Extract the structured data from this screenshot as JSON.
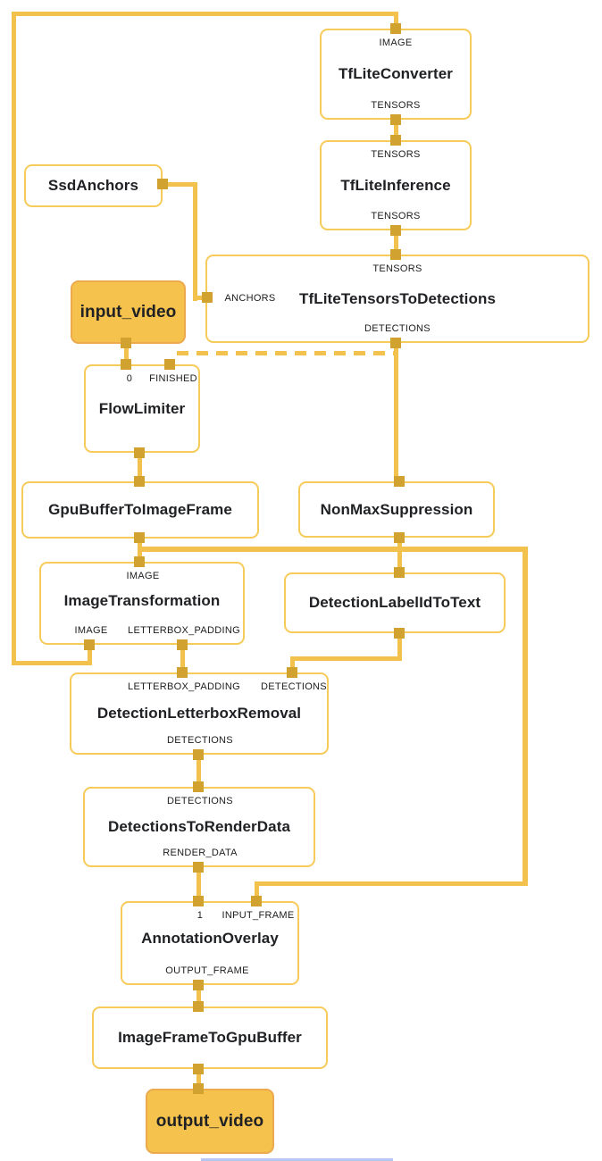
{
  "colors": {
    "edge": "#F2C14E",
    "node_border": "#F7CB5A",
    "port_square": "#D2A230",
    "io_node_fill": "#F5C34D",
    "io_node_border": "#ECA94E",
    "text": "#202124",
    "bottom_partial_blue": "#B7C6F2"
  },
  "nodes": {
    "tfliteconverter": {
      "title": "TfLiteConverter",
      "input": "IMAGE",
      "output": "TENSORS"
    },
    "tfliteinference": {
      "title": "TfLiteInference",
      "input": "TENSORS",
      "output": "TENSORS"
    },
    "tflitetensorstodetections": {
      "title": "TfLiteTensorsToDetections",
      "input_top": "TENSORS",
      "input_side": "ANCHORS",
      "output": "DETECTIONS"
    },
    "ssdanchors": {
      "title": "SsdAnchors"
    },
    "input_video": {
      "title": "input_video"
    },
    "flowlimiter": {
      "title": "FlowLimiter",
      "input_0": "0",
      "input_finished": "FINISHED"
    },
    "gpubuffertoimageframe": {
      "title": "GpuBufferToImageFrame"
    },
    "nonmaxsuppression": {
      "title": "NonMaxSuppression"
    },
    "imagetransformation": {
      "title": "ImageTransformation",
      "input": "IMAGE",
      "output_image": "IMAGE",
      "output_padding": "LETTERBOX_PADDING"
    },
    "detectionlabelidtotext": {
      "title": "DetectionLabelIdToText"
    },
    "detectionletterboxremoval": {
      "title": "DetectionLetterboxRemoval",
      "input_padding": "LETTERBOX_PADDING",
      "input_detections": "DETECTIONS",
      "output": "DETECTIONS"
    },
    "detectionstorenderdata": {
      "title": "DetectionsToRenderData",
      "input": "DETECTIONS",
      "output": "RENDER_DATA"
    },
    "annotationoverlay": {
      "title": "AnnotationOverlay",
      "input_1": "1",
      "input_frame": "INPUT_FRAME",
      "output": "OUTPUT_FRAME"
    },
    "imageframetogpubuffer": {
      "title": "ImageFrameToGpuBuffer"
    },
    "output_video": {
      "title": "output_video"
    }
  }
}
